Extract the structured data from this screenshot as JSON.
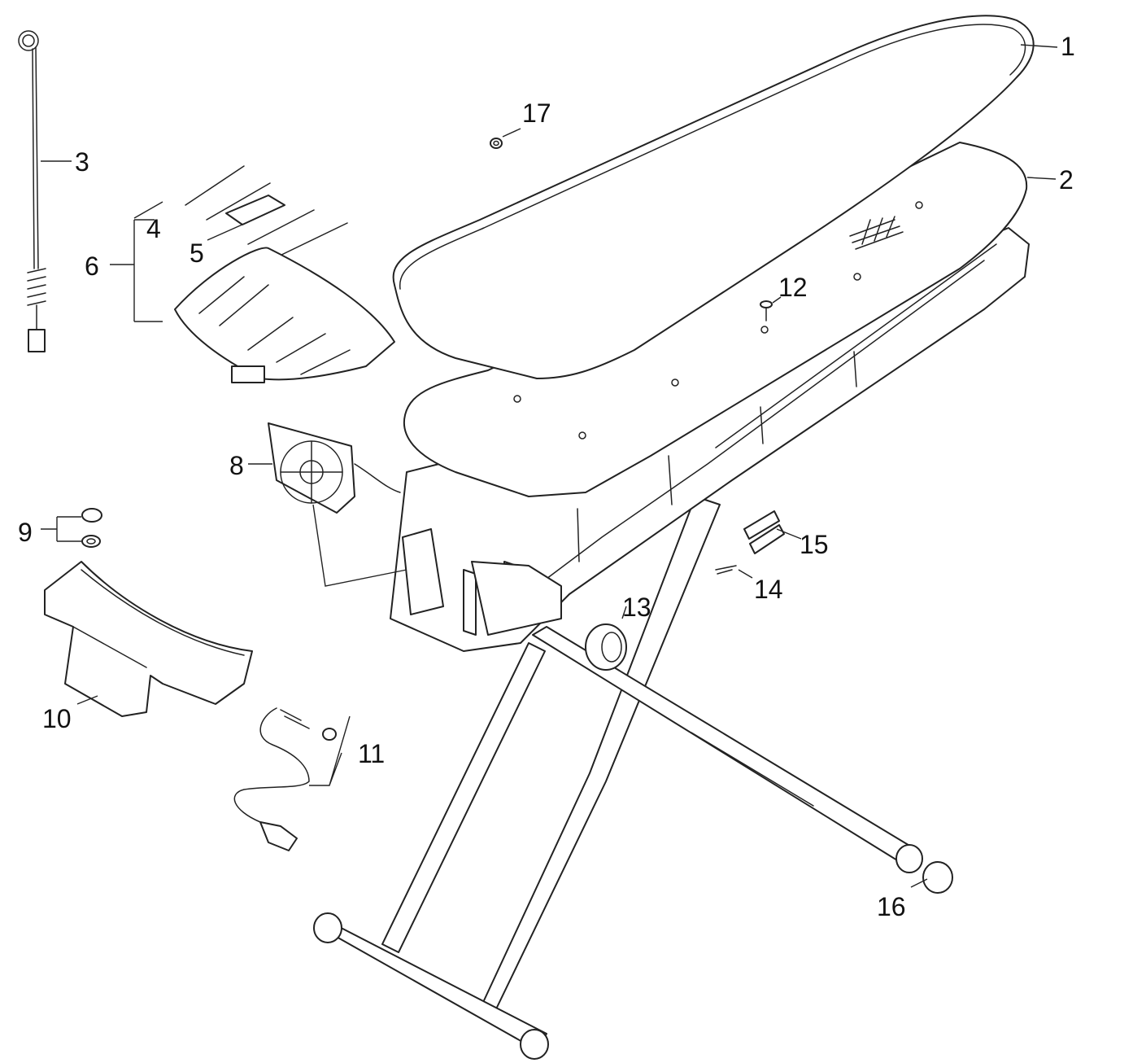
{
  "callouts": {
    "c1": "1",
    "c2": "2",
    "c3": "3",
    "c4": "4",
    "c5": "5",
    "c6": "6",
    "c8": "8",
    "c9": "9",
    "c10": "10",
    "c11": "11",
    "c12": "12",
    "c13": "13",
    "c14": "14",
    "c15": "15",
    "c16": "16",
    "c17": "17"
  },
  "colors": {
    "line": "#222222",
    "background": "#ffffff",
    "text": "#111111"
  }
}
